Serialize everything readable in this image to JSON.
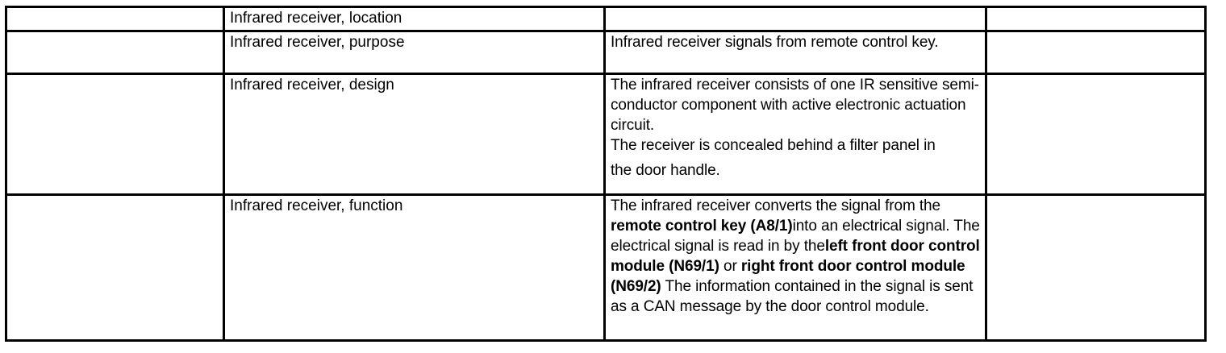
{
  "table": {
    "rows": [
      {
        "title": "Infrared receiver, location",
        "description": ""
      },
      {
        "title": "Infrared receiver, purpose",
        "description": "Infrared receiver signals from remote control key."
      },
      {
        "title": "Infrared receiver, design",
        "description_p1": "The infrared receiver consists of one IR sensitive semi-conductor component with active electronic actuation circuit.",
        "description_p2_a": "The receiver is concealed behind a filter panel in",
        "description_p2_b": "the door handle."
      },
      {
        "title": "Infrared receiver, function",
        "description_parts": [
          "The infrared receiver converts the signal from the ",
          "remote control key (A8/1)",
          "into an electrical signal. The electrical signal is read in by the",
          "left front door control module (N69/1)",
          " or ",
          "right front door control module (N69/2)",
          " The information contained in the signal is sent as a CAN message by the door control module."
        ]
      }
    ]
  }
}
